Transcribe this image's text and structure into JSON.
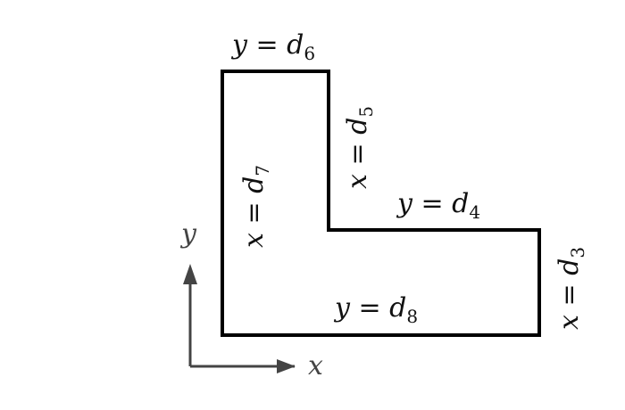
{
  "colors": {
    "shape_stroke": "#000000",
    "axis_stroke": "#444444",
    "text": "#111111",
    "axis_text": "#444444"
  },
  "axes": {
    "x_label": "x",
    "y_label": "y"
  },
  "boundaries": {
    "top": {
      "lhs": "y = d",
      "sub": "6"
    },
    "inner_vertical": {
      "lhs": "x = d",
      "sub": "5"
    },
    "inner_horizontal": {
      "lhs": "y = d",
      "sub": "4"
    },
    "right": {
      "lhs": "x = d",
      "sub": "3"
    },
    "left": {
      "lhs": "x = d",
      "sub": "7"
    },
    "bottom": {
      "lhs": "y = d",
      "sub": "8"
    }
  }
}
